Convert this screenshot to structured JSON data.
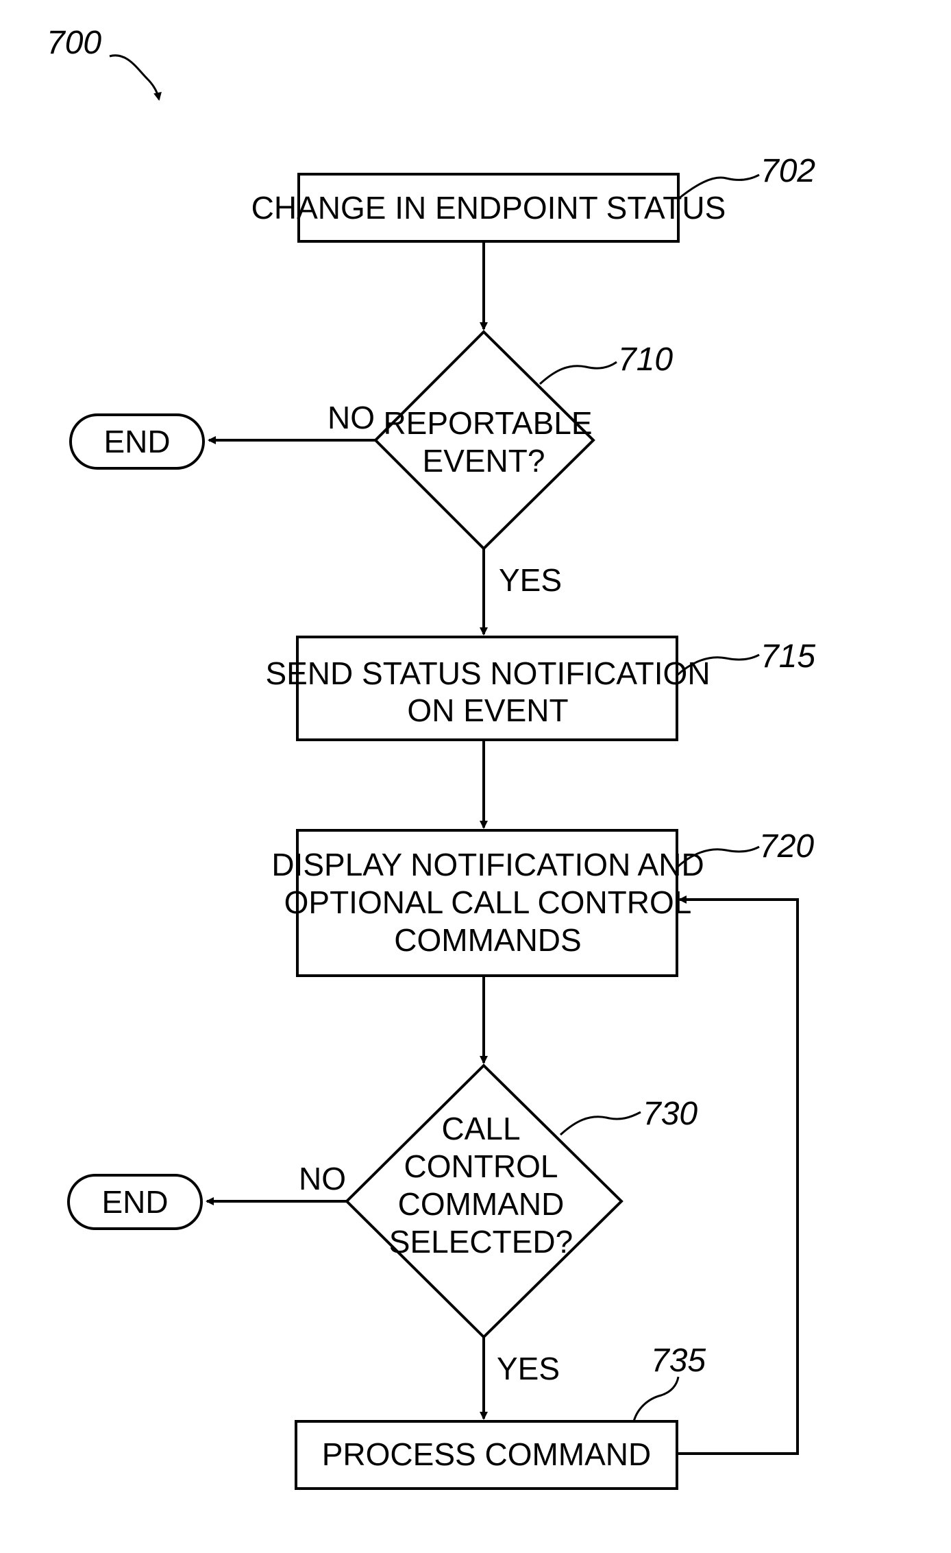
{
  "figure_label": "700",
  "nodes": {
    "n702": {
      "ref": "702",
      "lines": [
        "CHANGE IN ENDPOINT STATUS"
      ]
    },
    "n710": {
      "ref": "710",
      "lines": [
        "REPORTABLE",
        "EVENT?"
      ]
    },
    "n715": {
      "ref": "715",
      "lines": [
        "SEND STATUS NOTIFICATION",
        "ON EVENT"
      ]
    },
    "n720": {
      "ref": "720",
      "lines": [
        "DISPLAY NOTIFICATION AND",
        "OPTIONAL CALL CONTROL",
        "COMMANDS"
      ]
    },
    "n730": {
      "ref": "730",
      "lines": [
        "CALL",
        "CONTROL",
        "COMMAND",
        "SELECTED?"
      ]
    },
    "n735": {
      "ref": "735",
      "lines": [
        "PROCESS COMMAND"
      ]
    },
    "end1": {
      "lines": [
        "END"
      ]
    },
    "end2": {
      "lines": [
        "END"
      ]
    }
  },
  "edge_labels": {
    "no_710": "NO",
    "yes_710": "YES",
    "no_730": "NO",
    "yes_730": "YES"
  }
}
